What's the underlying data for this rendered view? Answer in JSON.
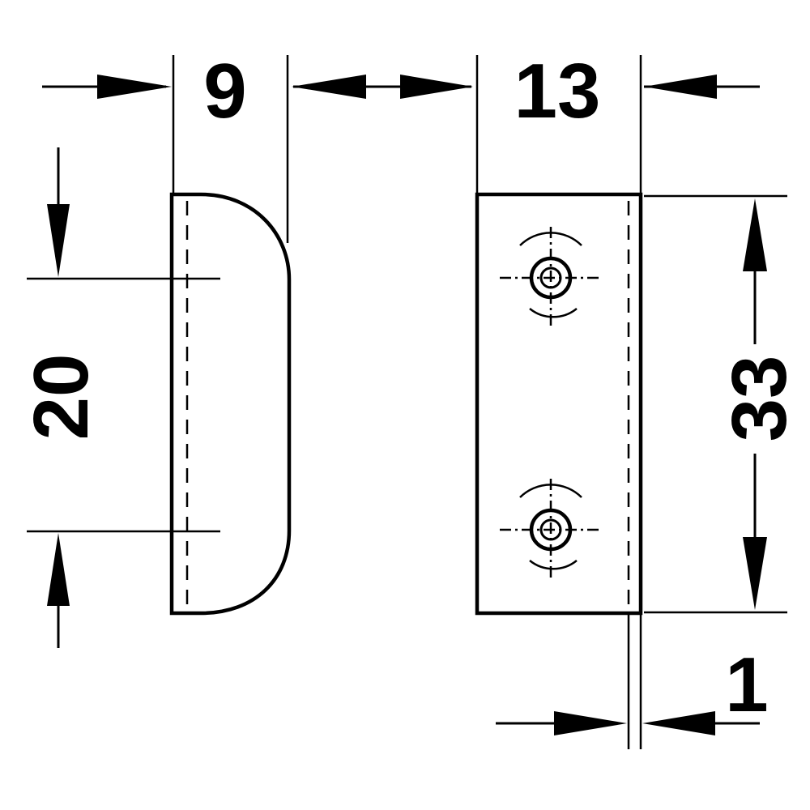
{
  "dimensions": {
    "width_left": "9",
    "width_right": "13",
    "height_left": "20",
    "height_right": "33",
    "thickness": "1"
  }
}
